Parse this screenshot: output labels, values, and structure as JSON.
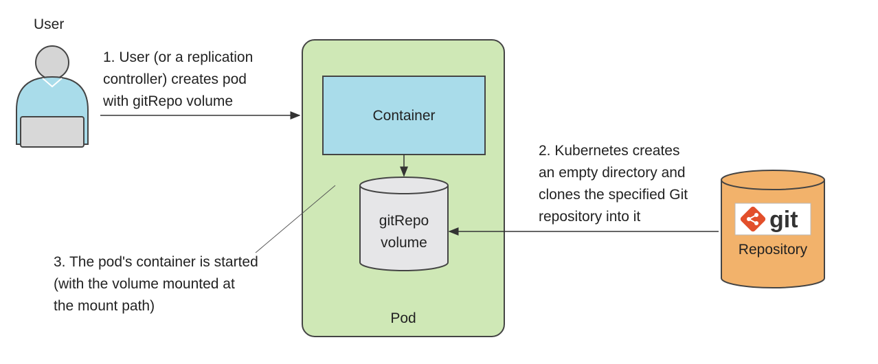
{
  "user": {
    "label": "User"
  },
  "steps": {
    "step1": [
      "1. User (or a replication",
      "controller) creates pod",
      "with gitRepo volume"
    ],
    "step2": [
      "2. Kubernetes creates",
      "an empty directory and",
      "clones the specified Git",
      "repository into it"
    ],
    "step3": [
      "3. The pod's container is started",
      "(with the volume mounted at",
      "the mount path)"
    ]
  },
  "pod": {
    "label": "Pod"
  },
  "container": {
    "label": "Container"
  },
  "volume": {
    "label": [
      "gitRepo",
      "volume"
    ]
  },
  "repository": {
    "label": "Repository",
    "logo_text": "git"
  },
  "colors": {
    "pod_fill": "#cfe8b6",
    "container_fill": "#a9dcea",
    "volume_fill": "#e6e6e8",
    "repo_fill": "#f2b26b",
    "user_fill": "#a9dcea",
    "git_orange": "#e24f2b",
    "stroke": "#444444"
  }
}
